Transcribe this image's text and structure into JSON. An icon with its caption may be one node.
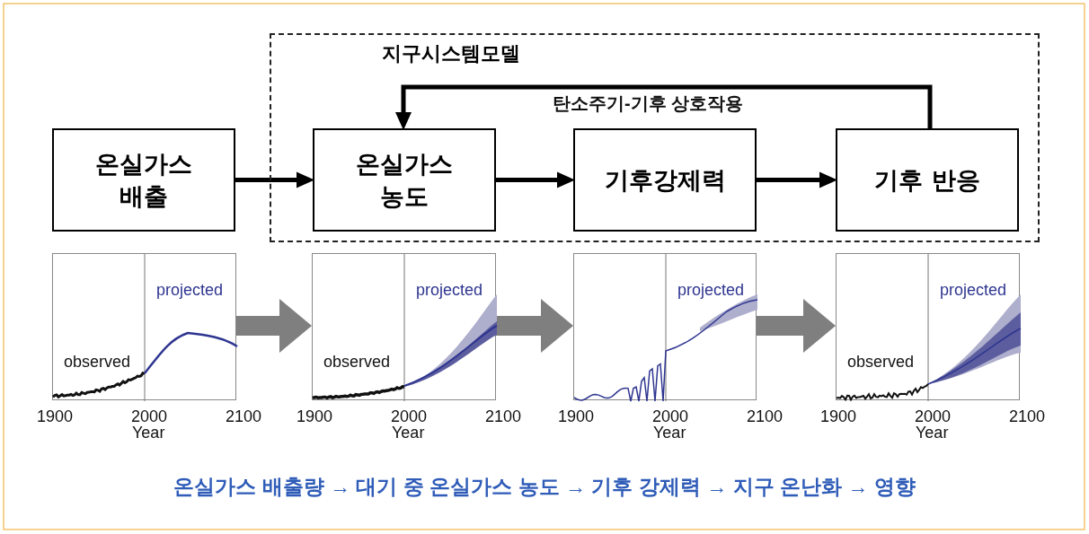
{
  "diagram": {
    "caption": "온실가스 배출량 → 대기 중 온실가스 농도 → 기후 강제력 → 지구 온난화 → 영향",
    "nodes": [
      {
        "text": [
          "지구시스템모델"
        ]
      },
      {
        "text": [
          "온실가스 배출"
        ]
      },
      {
        "text": [
          "온실가스 농도"
        ],
        "in": 0
      },
      {
        "text": [
          "기후강제력"
        ],
        "in": 0
      },
      {
        "text": [
          "기후 반응"
        ],
        "in": 0
      },
      {
        "text": [
          "projected",
          "observed"
        ],
        "beside": [
          "1900",
          "2000",
          "2100",
          "Year"
        ]
      },
      {
        "text": [
          "projected",
          "observed"
        ],
        "beside": [
          "1900",
          "2000",
          "2100",
          "Year"
        ]
      },
      {
        "text": [
          "projected"
        ],
        "beside": [
          "1900",
          "2000",
          "2100",
          "Year"
        ]
      },
      {
        "text": [
          "projected",
          "observed"
        ],
        "beside": [
          "1900",
          "2000",
          "2100",
          "Year"
        ]
      }
    ],
    "edges": [
      {
        "from": 1,
        "to": 2,
        "arrow": "to"
      },
      {
        "from": 2,
        "to": 3,
        "arrow": "to"
      },
      {
        "from": 3,
        "to": 4,
        "arrow": "to"
      },
      {
        "from": 4,
        "to": 2,
        "arrow": "to",
        "label": "탄소주기-기후 상호작용"
      },
      {
        "from": 5,
        "to": 6,
        "arrow": "to",
        "style": "thick",
        "color": "#7f7f7f"
      },
      {
        "from": 6,
        "to": 7,
        "arrow": "to",
        "style": "thick",
        "color": "#7f7f7f"
      },
      {
        "from": 7,
        "to": 8,
        "arrow": "to",
        "style": "thick",
        "color": "#7f7f7f"
      }
    ]
  }
}
